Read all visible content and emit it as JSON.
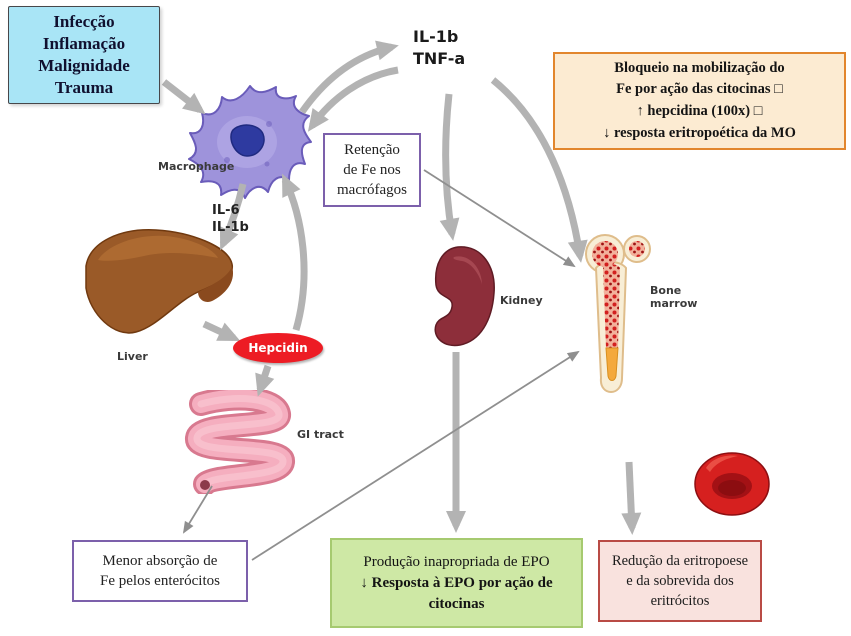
{
  "trigger_box": {
    "text": "Infecção\nInflamação\nMalignidade\nTrauma"
  },
  "cytokines": {
    "text": "IL-1b\nTNF-a"
  },
  "il6": {
    "text": "IL-6\nIL-1b"
  },
  "orange_box": {
    "text": "Bloqueio na mobilização do\nFe por ação das citocinas □\n↑ hepcidina (100x) □\n↓ resposta eritropoética da MO"
  },
  "retention_box": {
    "text": "Retenção\nde Fe nos\nmacrófagos"
  },
  "labels": {
    "macrophage": "Macrophage",
    "liver": "Liver",
    "kidney": "Kidney",
    "bone_marrow": "Bone\nmarrow",
    "gi_tract": "GI tract",
    "hepcidin": "Hepcidin"
  },
  "absorption_box": {
    "text": "Menor absorção de\nFe pelos enterócitos"
  },
  "epo_box": {
    "line1": "Produção inapropriada de EPO",
    "line2": "↓ Resposta à EPO por ação de\ncitocinas"
  },
  "rbc_box": {
    "text": "Redução da eritropoese\ne da sobrevida dos\neritrócitos"
  },
  "colors": {
    "trigger_bg": "#a9e5f6",
    "orange_bg": "#fcebd2",
    "orange_border": "#e2862d",
    "purple_border": "#7c60ab",
    "green_bg": "#cee8a5",
    "red_box_bg": "#f9e2de",
    "red_box_border": "#b94b45",
    "hepcidin_red": "#ed1c24",
    "arrow_gray": "#b3b3b3"
  }
}
